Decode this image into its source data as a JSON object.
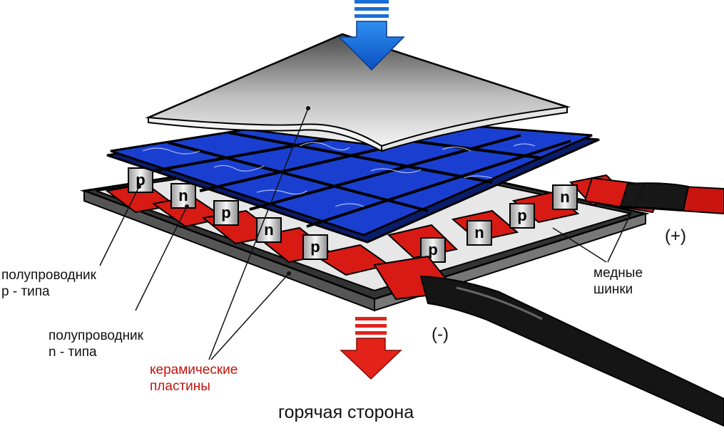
{
  "colors": {
    "cold_arrow": "#1a6fd6",
    "hot_arrow": "#e3221a",
    "semiconductor_plate": "#1a3fd0",
    "copper_bus": "#d81a14",
    "wire": "#111111",
    "ceramic_top": "#cfcfcf"
  },
  "legs": [
    "p",
    "n",
    "p",
    "n",
    "p",
    "p",
    "n",
    "p",
    "n"
  ],
  "labels": {
    "p_type_line1": "полупроводник",
    "p_type_line2": "p - типа",
    "n_type_line1": "полупроводник",
    "n_type_line2": "n - типа",
    "ceramic_line1": "керамические",
    "ceramic_line2": "пластины",
    "copper_line1": "медные",
    "copper_line2": "шинки",
    "plus": "(+)",
    "minus": "(-)",
    "bottom_title": "горячая сторона"
  }
}
